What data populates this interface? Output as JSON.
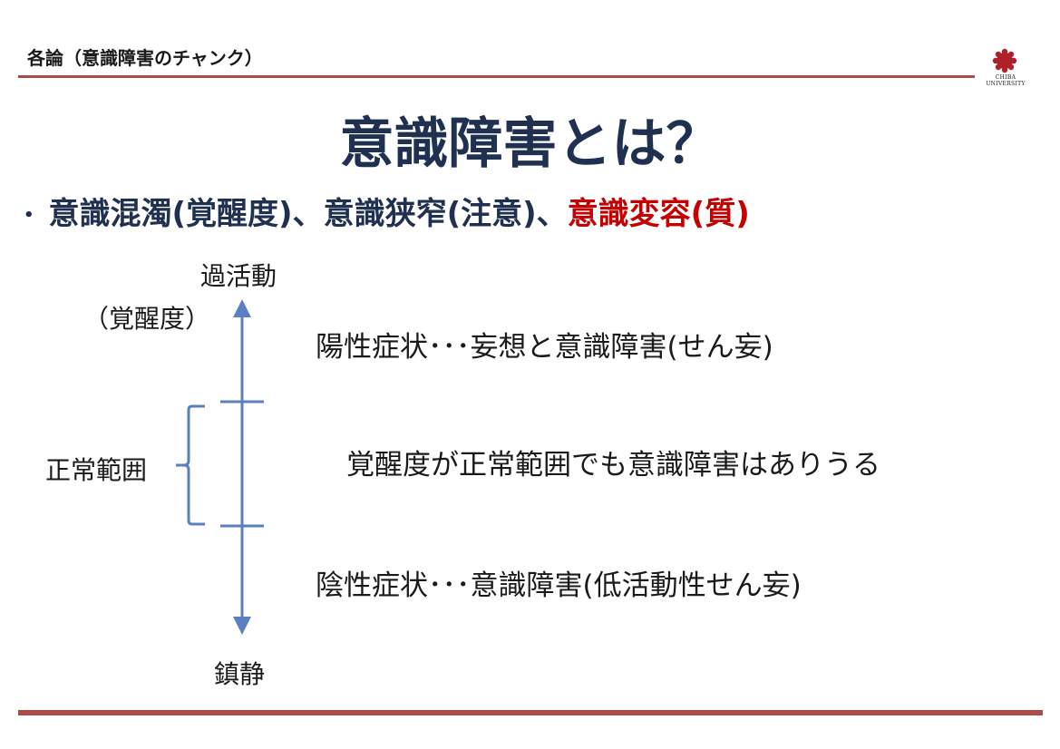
{
  "header": {
    "section_label": "各論（意識障害のチャンク）"
  },
  "logo": {
    "text_line1": "CHIBA",
    "text_line2": "UNIVERSITY",
    "color": "#b0202a"
  },
  "slide": {
    "title": "意識障害とは？",
    "bullet": {
      "part1": "意識混濁(覚醒度)、意識狭窄(注意)、",
      "part2_highlight": "意識変容(質)"
    }
  },
  "axis": {
    "top_label": "過活動",
    "top_side_label": "（覚醒度）",
    "range_label": "正常範囲",
    "bottom_label": "鎮静",
    "color": "#5b7fc0"
  },
  "statements": {
    "positive": "陽性症状･･･妄想と意識障害(せん妄)",
    "normal": "覚醒度が正常範囲でも意識障害はありうる",
    "negative": "陰性症状･･･意識障害(低活動性せん妄)"
  },
  "colors": {
    "title": "#1f3050",
    "accent_red": "#c40000",
    "rule": "#a64a4a"
  }
}
